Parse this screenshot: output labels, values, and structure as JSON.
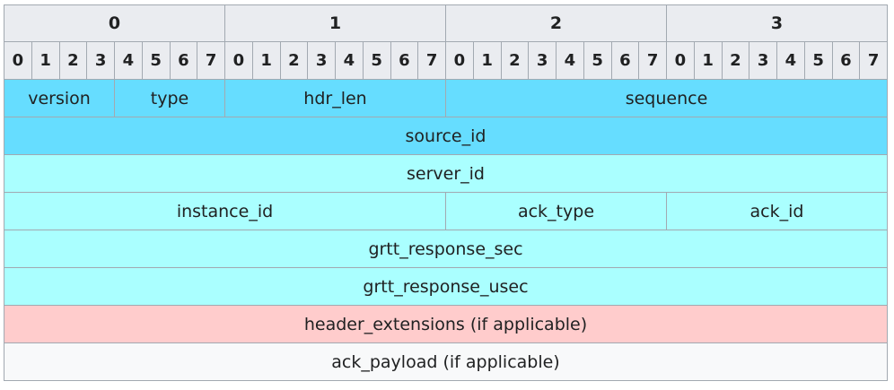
{
  "octets": [
    "0",
    "1",
    "2",
    "3"
  ],
  "bits": [
    "0",
    "1",
    "2",
    "3",
    "4",
    "5",
    "6",
    "7"
  ],
  "colors": {
    "header_bg": "#eaecf0",
    "border": "#a2a9b1",
    "fixed_header": "#66ddff",
    "ack_fields": "#aaffff",
    "extensions": "#ffcccc",
    "payload": "#f8f9fa"
  },
  "rows": [
    [
      {
        "label": "version",
        "span": 4,
        "color": "#66ddff"
      },
      {
        "label": "type",
        "span": 4,
        "color": "#66ddff"
      },
      {
        "label": "hdr_len",
        "span": 8,
        "color": "#66ddff"
      },
      {
        "label": "sequence",
        "span": 16,
        "color": "#66ddff"
      }
    ],
    [
      {
        "label": "source_id",
        "span": 32,
        "color": "#66ddff"
      }
    ],
    [
      {
        "label": "server_id",
        "span": 32,
        "color": "#aaffff"
      }
    ],
    [
      {
        "label": "instance_id",
        "span": 16,
        "color": "#aaffff"
      },
      {
        "label": "ack_type",
        "span": 8,
        "color": "#aaffff"
      },
      {
        "label": "ack_id",
        "span": 8,
        "color": "#aaffff"
      }
    ],
    [
      {
        "label": "grtt_response_sec",
        "span": 32,
        "color": "#aaffff"
      }
    ],
    [
      {
        "label": "grtt_response_usec",
        "span": 32,
        "color": "#aaffff"
      }
    ],
    [
      {
        "label": "header_extensions (if applicable)",
        "span": 32,
        "color": "#ffcccc"
      }
    ],
    [
      {
        "label": "ack_payload (if applicable)",
        "span": 32,
        "color": "#f8f9fa"
      }
    ]
  ]
}
